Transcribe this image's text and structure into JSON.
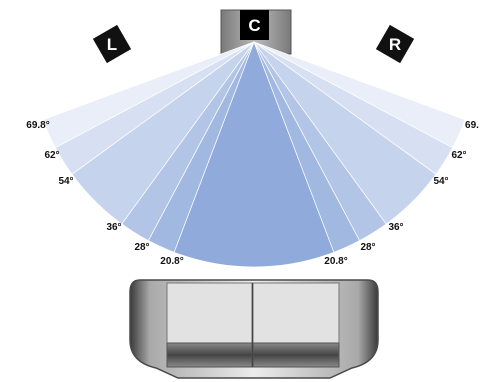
{
  "speakers": {
    "left": "L",
    "center": "C",
    "right": "R"
  },
  "angles": {
    "left": [
      "69.8°",
      "62°",
      "54°",
      "36°",
      "28°",
      "20.8°"
    ],
    "right": [
      "69.",
      "62°",
      "54°",
      "36°",
      "28°",
      "20.8°"
    ]
  },
  "colors": {
    "wedge_outer": "#e9eef8",
    "wedge_inner": "#8faadb",
    "speaker_body": "#111111",
    "center_box": "#9c9c9c",
    "sofa_frame": "#6b6b6b",
    "sofa_cushion": "#dedede"
  }
}
